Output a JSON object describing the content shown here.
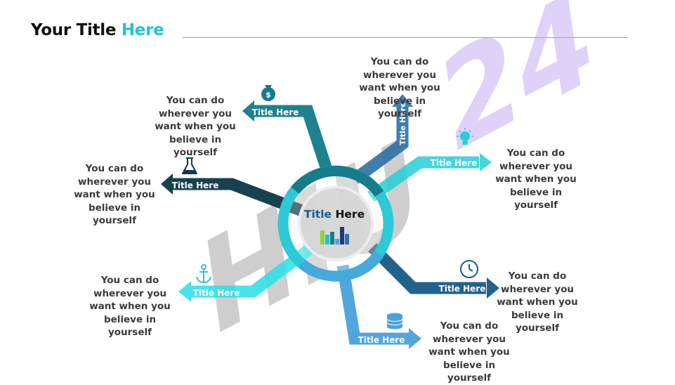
{
  "header": {
    "title_main": "Your Title",
    "title_accent": "Here"
  },
  "watermark": {
    "left": "HIU",
    "right": "24"
  },
  "center": {
    "title_main": "Title",
    "title_accent": "Here"
  },
  "colors": {
    "teal": "#157c8c",
    "dark": "#0f3a48",
    "cyan": "#2fe0e8",
    "sky": "#4aa3dc",
    "navy": "#1b5c86",
    "aqua": "#25cfd6",
    "blue": "#2e6fa6",
    "accent": "#1fc4d4"
  },
  "branches": [
    {
      "id": "b1",
      "label": "Title Here",
      "icon": "money-bag-icon",
      "color": "#157c8c",
      "text": "You can do wherever you want when you believe in yourself"
    },
    {
      "id": "b2",
      "label": "Title Here",
      "icon": "flask-icon",
      "color": "#0f3a48",
      "text": "You can do wherever you want when you believe in yourself"
    },
    {
      "id": "b3",
      "label": "Title Here",
      "icon": "anchor-icon",
      "color": "#2fe0e8",
      "text": "You can do wherever you want when you believe in yourself"
    },
    {
      "id": "b4",
      "label": "Title Here",
      "icon": "coins-icon",
      "color": "#4aa3dc",
      "text": "You can do wherever you want when you believe in yourself"
    },
    {
      "id": "b5",
      "label": "Title Here",
      "icon": "clock-icon",
      "color": "#1b5c86",
      "text": "You can do wherever you want when you believe in yourself"
    },
    {
      "id": "b6",
      "label": "Title Here",
      "icon": "lightbulb-icon",
      "color": "#25cfd6",
      "text": "You can do wherever you want when you believe in yourself"
    },
    {
      "id": "b7",
      "label": "Title Here",
      "icon": "",
      "color": "#2e6fa6",
      "text": "You can do wherever you want when you believe in yourself"
    }
  ]
}
